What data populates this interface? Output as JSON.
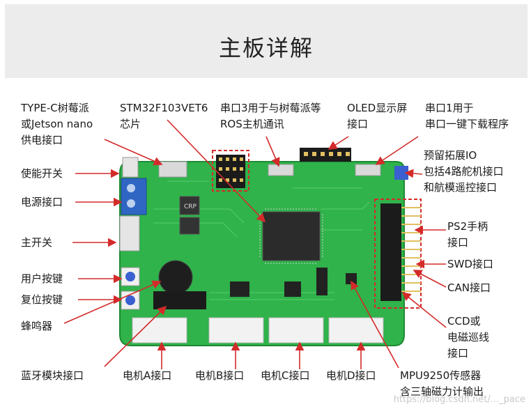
{
  "title": "主板详解",
  "labels": {
    "typec": "TYPE-C树莓派\n或Jetson nano\n供电接口",
    "mcu": "STM32F103VET6\n芯片",
    "uart3": "串口3用于与树莓派等\nROS主机通讯",
    "oled": "OLED显示屏\n接口",
    "uart1": "串口1用于\n串口一键下载程序",
    "reserved_io": "预留拓展IO\n包括4路舵机接口\n和航模遥控接口",
    "enable_switch": "使能开关",
    "power_port": "电源接口",
    "main_switch": "主开关",
    "user_key": "用户按键",
    "reset_key": "复位按键",
    "buzzer": "蜂鸣器",
    "ps2": "PS2手柄\n接口",
    "swd": "SWD接口",
    "can": "CAN接口",
    "ccd": "CCD或\n电磁巡线\n接口",
    "bluetooth": "蓝牙模块接口",
    "motor_a": "电机A接口",
    "motor_b": "电机B接口",
    "motor_c": "电机C接口",
    "motor_d": "电机D接口",
    "mpu": "MPU9250传感器\n含三轴磁力计输出"
  },
  "board_silkscreen": "CRP",
  "watermark": "https://blog.csdn.net/..._pace",
  "colors": {
    "pcb": "#2fb34a",
    "arrow": "#d42a2a",
    "header_bg": "#ececec"
  }
}
